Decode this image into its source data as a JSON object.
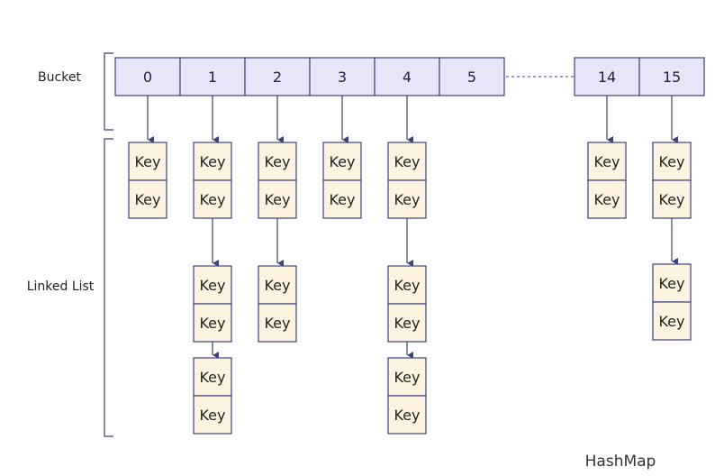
{
  "labels": {
    "bucket": "Bucket",
    "linked_list": "Linked List",
    "caption": "HashMap"
  },
  "colors": {
    "bucket_fill": "#e6e6f8",
    "key_fill": "#fdf3e1",
    "stroke": "#3d4277"
  },
  "buckets": [
    {
      "label": "0",
      "chain": [
        [
          "Key",
          "Key"
        ]
      ]
    },
    {
      "label": "1",
      "chain": [
        [
          "Key",
          "Key"
        ],
        [
          "Key",
          "Key"
        ],
        [
          "Key",
          "Key"
        ]
      ]
    },
    {
      "label": "2",
      "chain": [
        [
          "Key",
          "Key"
        ],
        [
          "Key",
          "Key"
        ]
      ]
    },
    {
      "label": "3",
      "chain": [
        [
          "Key",
          "Key"
        ]
      ]
    },
    {
      "label": "4",
      "chain": [
        [
          "Key",
          "Key"
        ],
        [
          "Key",
          "Key"
        ],
        [
          "Key",
          "Key"
        ]
      ]
    },
    {
      "label": "5",
      "chain": []
    },
    {
      "label": "14",
      "chain": [
        [
          "Key",
          "Key"
        ]
      ]
    },
    {
      "label": "15",
      "chain": [
        [
          "Key",
          "Key"
        ],
        [
          "Key",
          "Key"
        ]
      ]
    }
  ]
}
